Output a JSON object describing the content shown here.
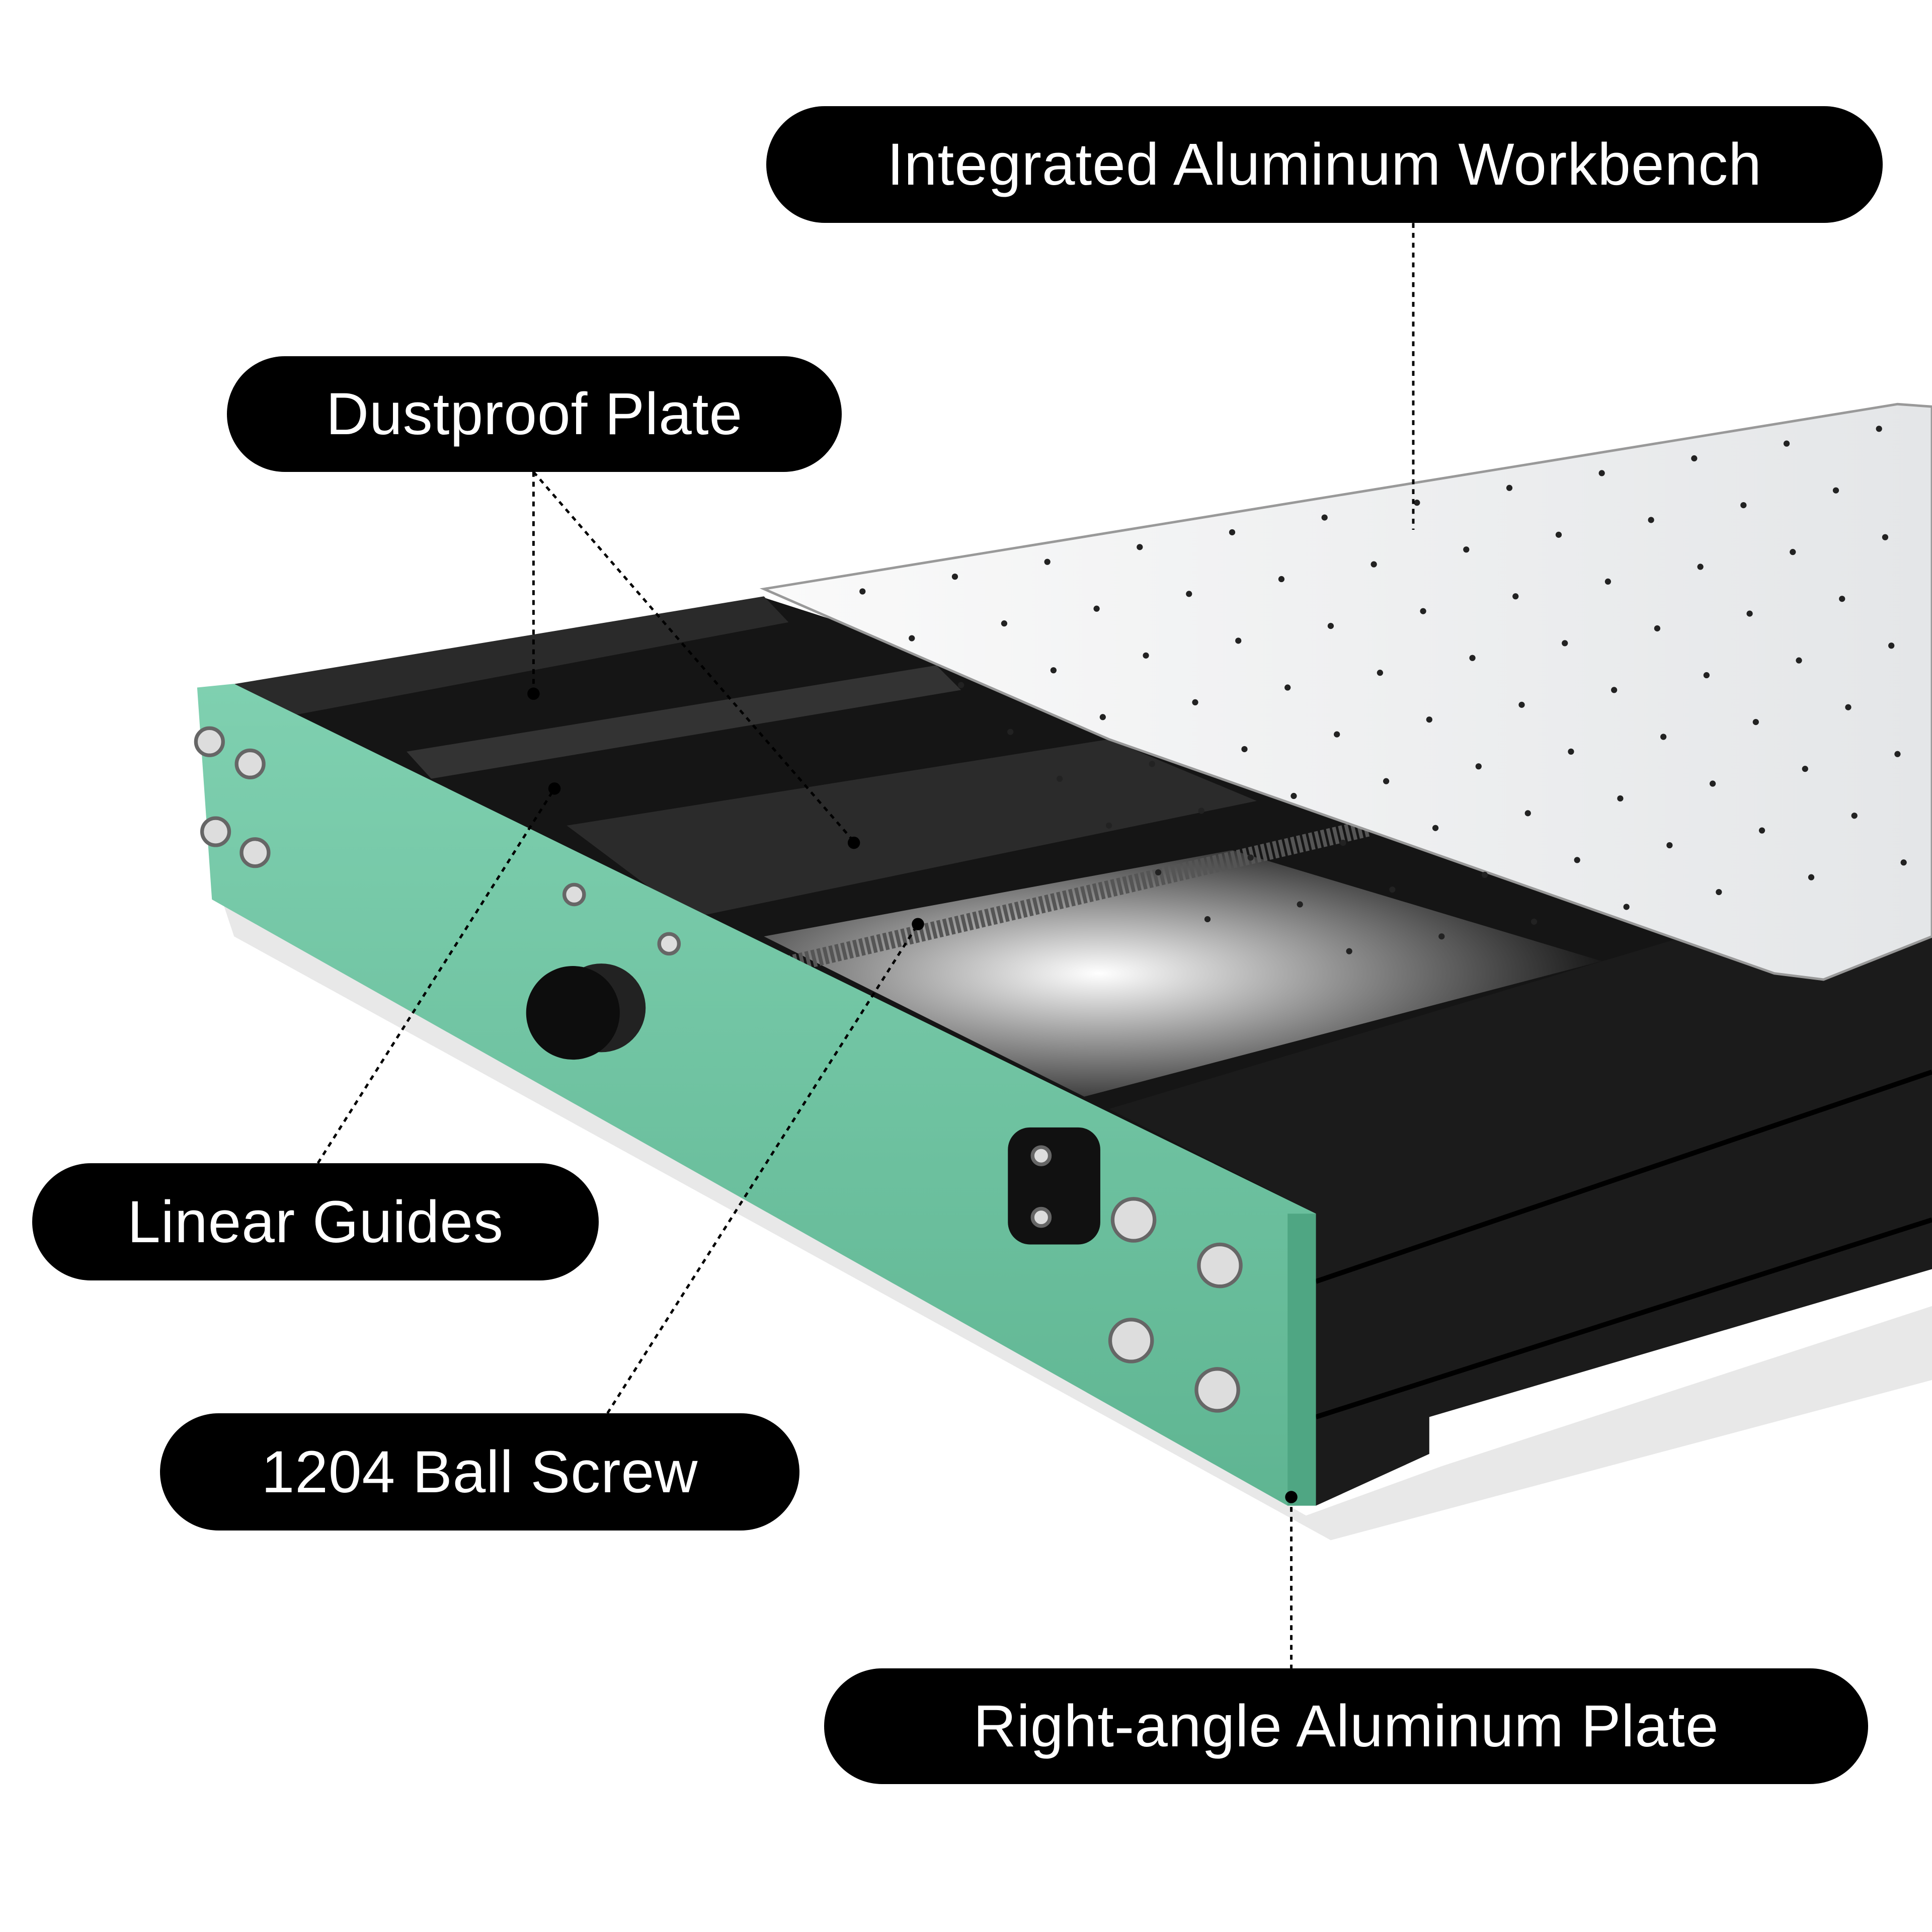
{
  "labels": {
    "workbench": "Integrated Aluminum Workbench",
    "dustproof": "Dustproof Plate",
    "linear_guides": "Linear Guides",
    "ball_screw": "1204 Ball Screw",
    "right_angle": "Right-angle Aluminum Plate"
  },
  "colors": {
    "end_plate": "#6fc1a0",
    "extrusion": "#1b1b1b",
    "workbench": "#eceef0",
    "label_bg": "#000000"
  }
}
